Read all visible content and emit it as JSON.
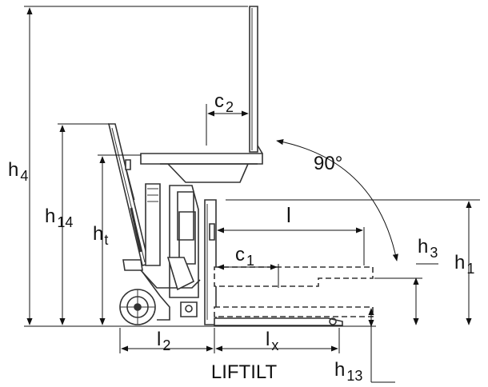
{
  "diagram": {
    "caption": "LIFTILT",
    "labels": {
      "h4": {
        "main": "h",
        "sub": "4"
      },
      "h14": {
        "main": "h",
        "sub": "14"
      },
      "ht": {
        "main": "h",
        "sub": "t"
      },
      "h1": {
        "main": "h",
        "sub": "1"
      },
      "h3": {
        "main": "h",
        "sub": "3"
      },
      "h13": {
        "main": "h",
        "sub": "13"
      },
      "c2": {
        "main": "c",
        "sub": "2"
      },
      "c1": {
        "main": "c",
        "sub": "1"
      },
      "l": {
        "main": "l",
        "sub": ""
      },
      "l2": {
        "main": "l",
        "sub": "2"
      },
      "lx": {
        "main": "l",
        "sub": "x"
      },
      "angle": "90°"
    }
  }
}
